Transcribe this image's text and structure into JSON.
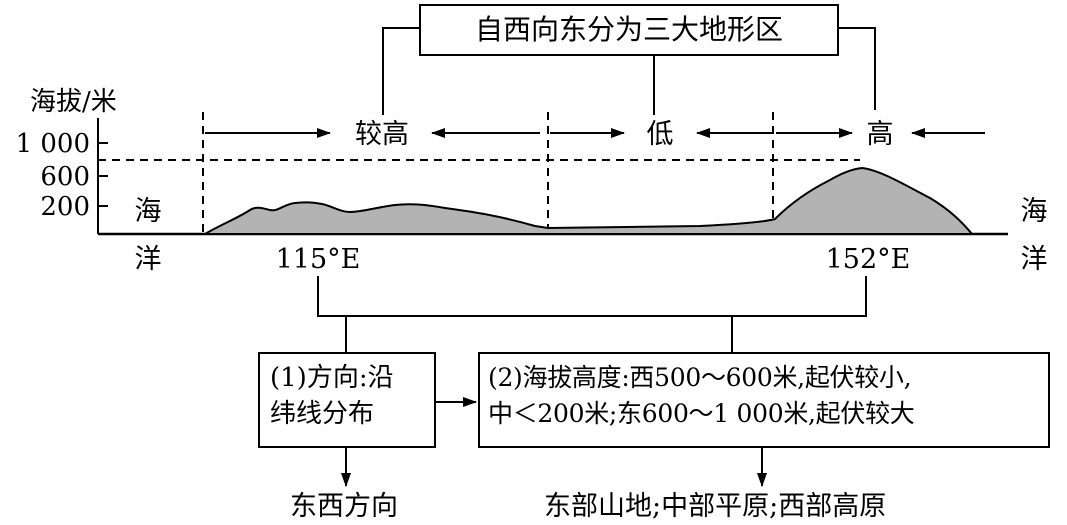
{
  "title_box": "自西向东分为三大地形区",
  "y_axis": {
    "label": "海拔/米",
    "ticks": [
      {
        "label": "1 000",
        "value": 1000
      },
      {
        "label": "600",
        "value": 600
      },
      {
        "label": "200",
        "value": 200
      }
    ]
  },
  "ocean_left": [
    "海",
    "洋"
  ],
  "ocean_right": [
    "海",
    "洋"
  ],
  "regions": [
    "较高",
    "低",
    "高"
  ],
  "longitudes": {
    "west": "115°E",
    "east": "152°E"
  },
  "box1": {
    "line1": "(1)方向:沿",
    "line2": "纬线分布"
  },
  "box2": {
    "line1": "(2)海拔高度:西500～600米,起伏较小,",
    "line2": "中＜200米;东600～1 000米,起伏较大"
  },
  "result1": "东西方向",
  "result2": "东部山地;中部平原;西部高原",
  "colors": {
    "terrain_fill": "#b3b3b3",
    "line": "#000000"
  }
}
